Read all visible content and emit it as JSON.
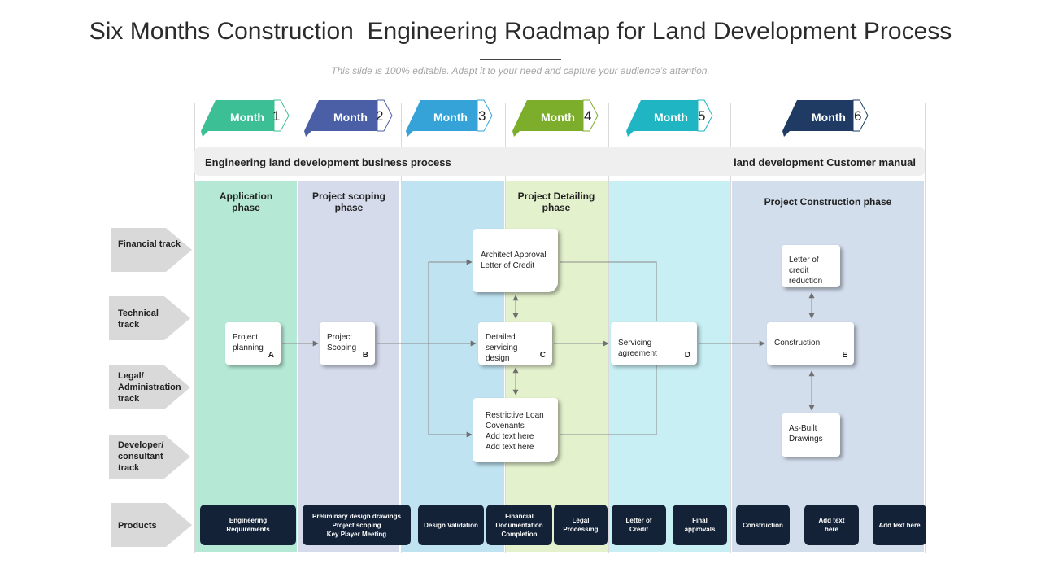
{
  "title": "Six Months Construction  Engineering Roadmap for Land Development Process",
  "subtitle": "This slide is 100% editable. Adapt it to your need and capture your audience’s attention.",
  "months": [
    {
      "label": "Month",
      "num": "1",
      "color": "#3cbf95"
    },
    {
      "label": "Month",
      "num": "2",
      "color": "#4b5fa6"
    },
    {
      "label": "Month",
      "num": "3",
      "color": "#35a3d8"
    },
    {
      "label": "Month",
      "num": "4",
      "color": "#7cae2c"
    },
    {
      "label": "Month",
      "num": "5",
      "color": "#1fb5c2"
    },
    {
      "label": "Month",
      "num": "6",
      "color": "#1f3b63"
    }
  ],
  "banner": {
    "left": "Engineering land development business  process",
    "right": "land development Customer manual"
  },
  "phases": {
    "application": "Application\nphase",
    "scoping": "Project scoping\nphase",
    "detailing": "Project Detailing\nphase",
    "construction": "Project Construction phase"
  },
  "tracks": [
    "Financial track",
    "Technical\ntrack",
    "Legal/\nAdministration\ntrack",
    "Developer/\nconsultant\ntrack",
    "Products"
  ],
  "nodes": {
    "project_planning": {
      "text": "Project\nplanning",
      "letter": "A"
    },
    "project_scoping": {
      "text": "Project\nScoping",
      "letter": "B"
    },
    "architect_approval": {
      "text": "Architect Approval\nLetter of Credit"
    },
    "detailed_servicing": {
      "text": "Detailed servicing\ndesign",
      "letter": "C"
    },
    "restrictive_loan": {
      "text": "Restrictive Loan\nCovenants\nAdd text here\nAdd text here"
    },
    "servicing_agreement": {
      "text": "Servicing agreement",
      "letter": "D"
    },
    "letter_credit_reduction": {
      "text": "Letter of credit\nreduction"
    },
    "construction": {
      "text": "Construction",
      "letter": "E"
    },
    "as_built": {
      "text": "As-Built\nDrawings"
    }
  },
  "products": [
    "Engineering\nRequirements",
    "Preliminary  design drawings\nProject scoping\nKey Player  Meeting",
    "Design Validation",
    "Financial\nDocumentation\nCompletion",
    "Legal\nProcessing",
    "Letter of\nCredit",
    "Final\napprovals",
    "Construction",
    "Add text\nhere",
    "Add text here"
  ],
  "colors": {
    "col1": "#b5e9d6",
    "col2": "#d5dbeb",
    "col3": "#bfe3f1",
    "col4": "#e4f1cd",
    "col5": "#c8eff3",
    "col6": "#d3deed",
    "product_bg": "#132237",
    "track_bg": "#d9d9d9"
  }
}
